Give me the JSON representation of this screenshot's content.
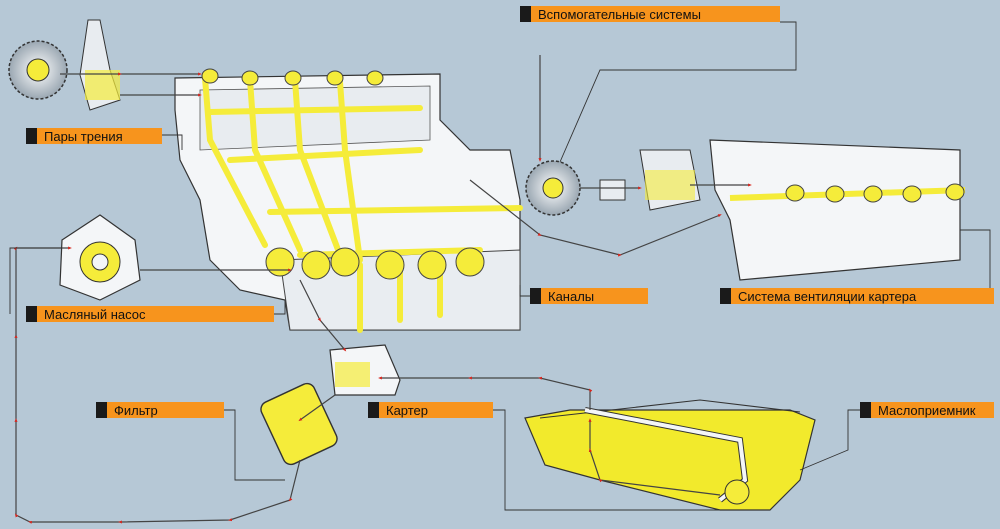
{
  "labels": {
    "aux_systems": "Вспомогательные системы",
    "friction_pairs": "Пары трения",
    "oil_pump": "Масляный насос",
    "channels": "Каналы",
    "crankcase_ventilation": "Система вентиляции картера",
    "filter": "Фильтр",
    "sump": "Картер",
    "oil_pickup": "Маслоприемник"
  },
  "colors": {
    "background": "#b6c8d6",
    "label_fill": "#f7941d",
    "label_mark": "#1a1a1a",
    "oil_channel": "#f5ec3a",
    "flow_arrow": "#d7261e",
    "engine_part": "#f4f6f8",
    "outline": "#333333",
    "oil": "#f2ea2c"
  },
  "icons": {
    "flow_arrow": "red-arrow-icon",
    "gear": "gear-icon",
    "pump": "pump-icon",
    "filter": "filter-icon",
    "oil_pan": "oil-pan-icon"
  }
}
